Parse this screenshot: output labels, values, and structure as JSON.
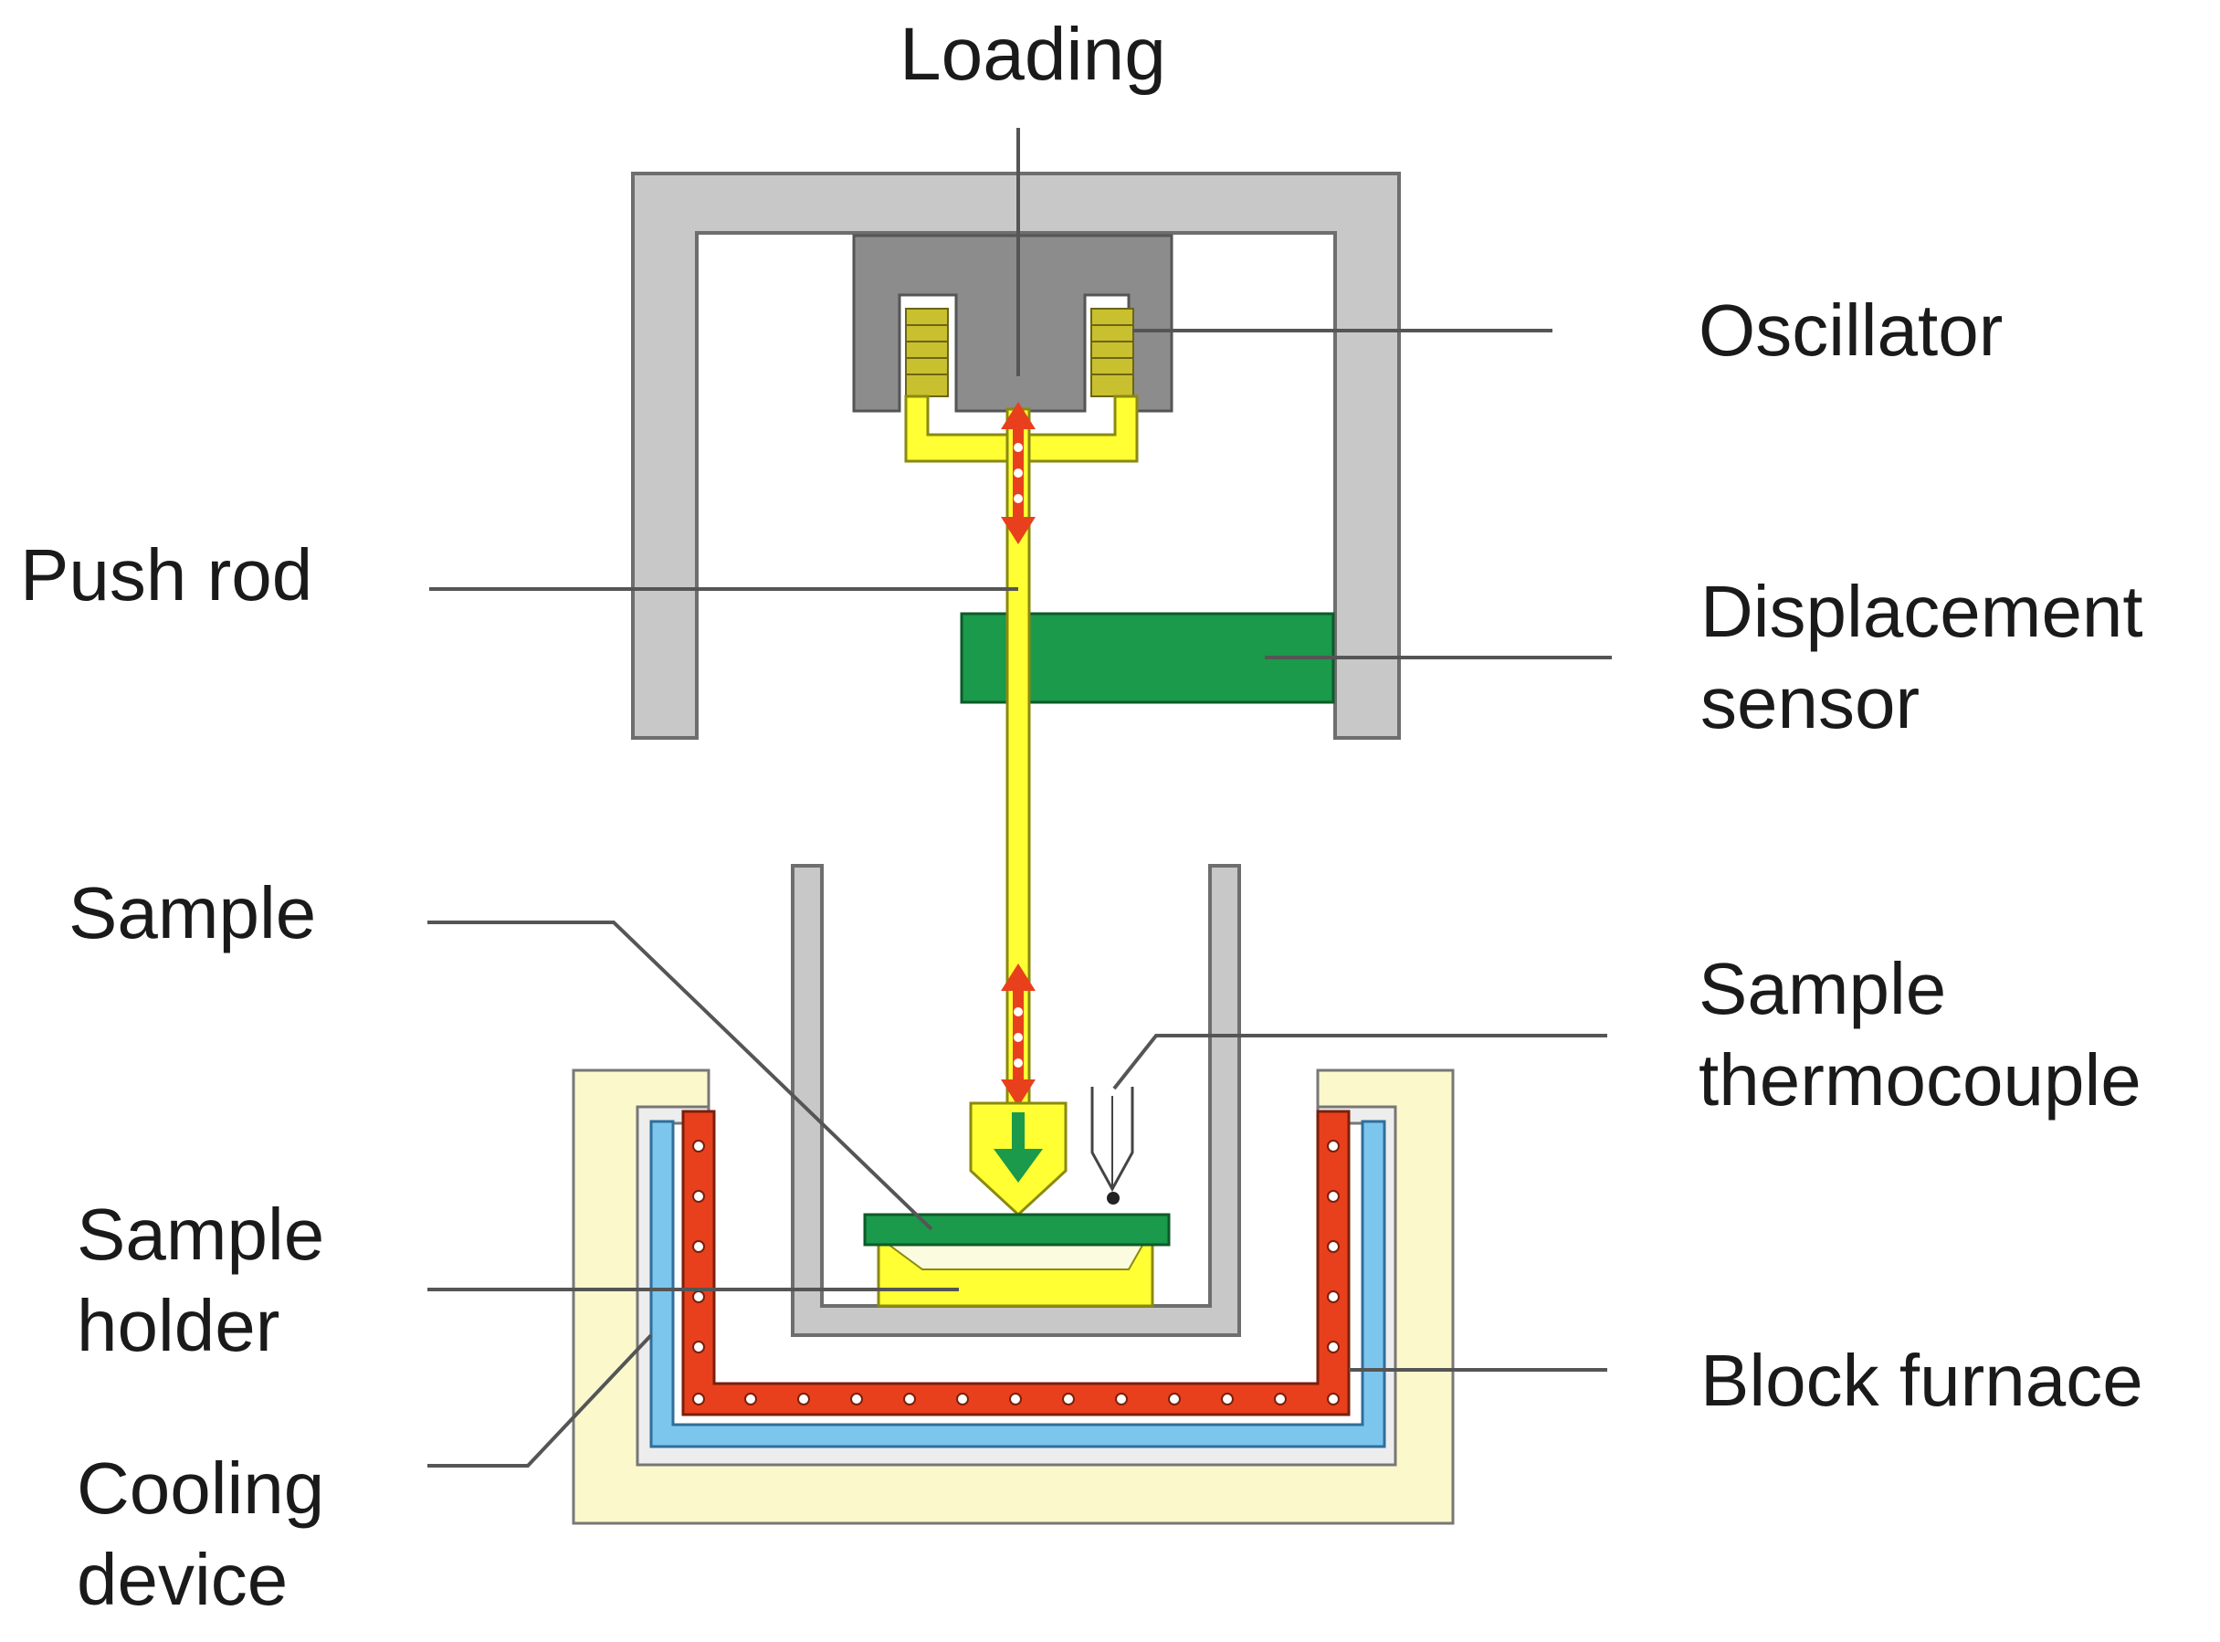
{
  "labels": {
    "loading": "Loading",
    "oscillator": "Oscillator",
    "push_rod": "Push rod",
    "displacement_sensor": [
      "Displacement",
      "sensor"
    ],
    "sample": "Sample",
    "sample_thermocouple": [
      "Sample",
      "thermocouple"
    ],
    "sample_holder": [
      "Sample",
      "holder"
    ],
    "block_furnace": "Block furnace",
    "cooling_device": [
      "Cooling",
      "device"
    ]
  },
  "colors": {
    "frame": "#c8c8c8",
    "frame_outline": "#6e6e6e",
    "oscillator_body": "#8c8c8c",
    "coil": "#c9c030",
    "yoke": "#ffff33",
    "push_rod": "#ffff33",
    "arrow": "#e8401c",
    "sensor": "#1a9a4a",
    "sample": "#1a9a4a",
    "holder": "#ffff33",
    "furnace": "#e8401c",
    "cooling": "#7cc6ee",
    "insulation": "#fbf8cc",
    "leader_line": "#555555"
  }
}
